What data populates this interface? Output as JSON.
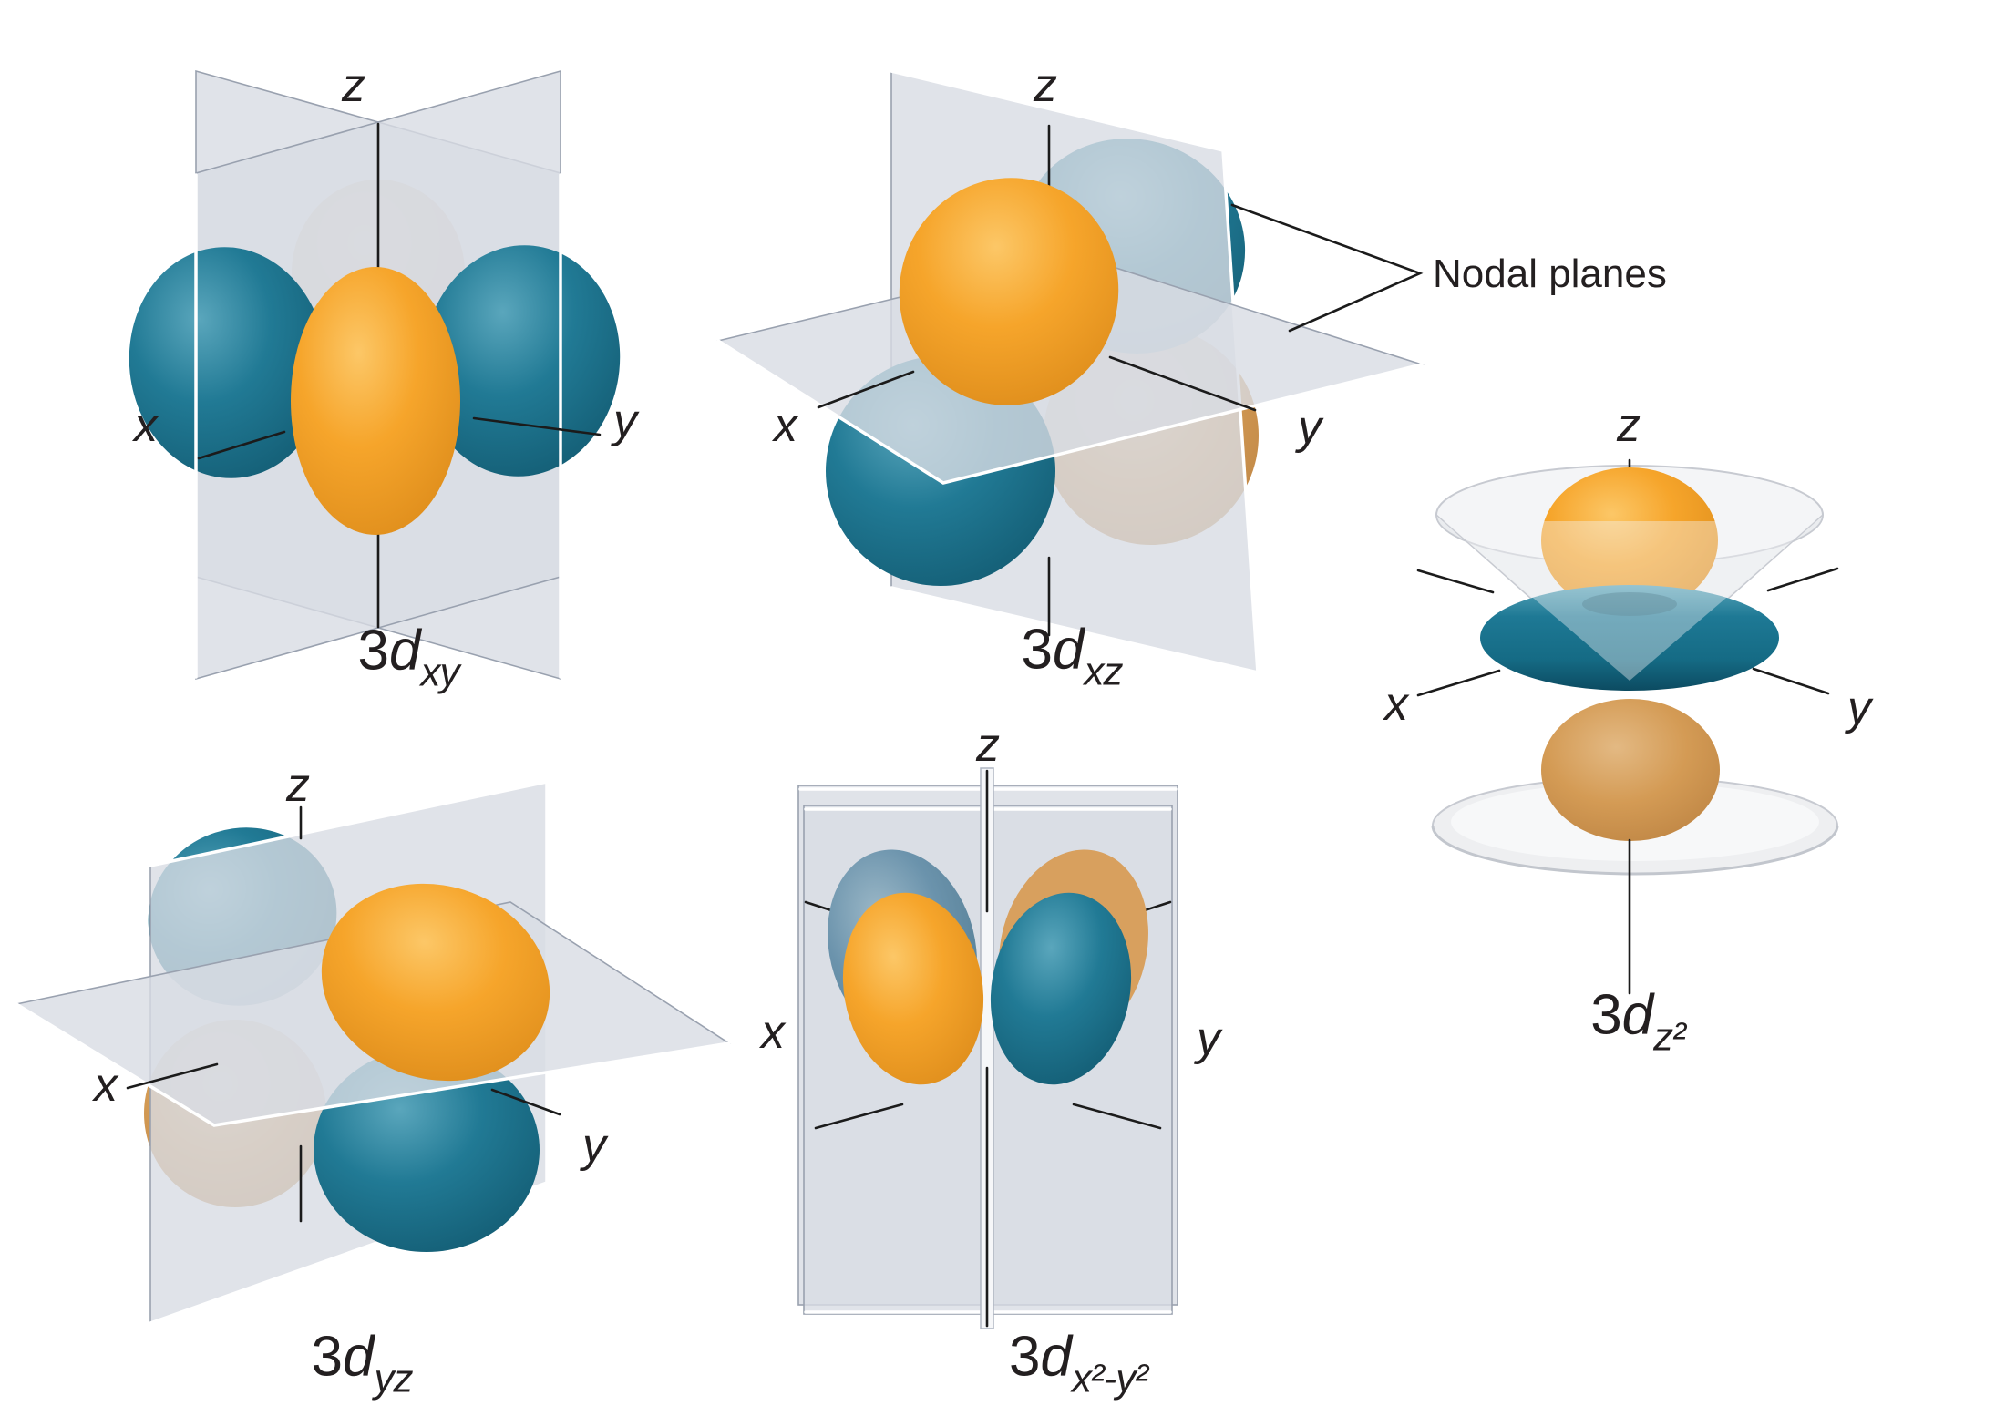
{
  "figure": {
    "annotation": {
      "nodal_planes": "Nodal planes"
    },
    "axis_labels": {
      "x": "x",
      "y": "y",
      "z": "z"
    },
    "orbitals": [
      {
        "id": "3dxy",
        "label_number": "3",
        "label_letter": "d",
        "label_sub": "xy"
      },
      {
        "id": "3dxz",
        "label_number": "3",
        "label_letter": "d",
        "label_sub": "xz"
      },
      {
        "id": "3dz2",
        "label_number": "3",
        "label_letter": "d",
        "label_sub": "z²"
      },
      {
        "id": "3dyz",
        "label_number": "3",
        "label_letter": "d",
        "label_sub": "yz"
      },
      {
        "id": "3dx2y2",
        "label_number": "3",
        "label_letter": "d",
        "label_sub": "x²-y²"
      }
    ],
    "colors": {
      "positive_lobe": "#F6A52B",
      "positive_lobe_back": "#D49B55",
      "negative_lobe": "#1F7994",
      "negative_lobe_back": "#6B93AC",
      "torus": "#1E7995",
      "nodal_plane": "#D8DCE4",
      "background": "#FFFFFF",
      "text": "#231F20"
    }
  }
}
